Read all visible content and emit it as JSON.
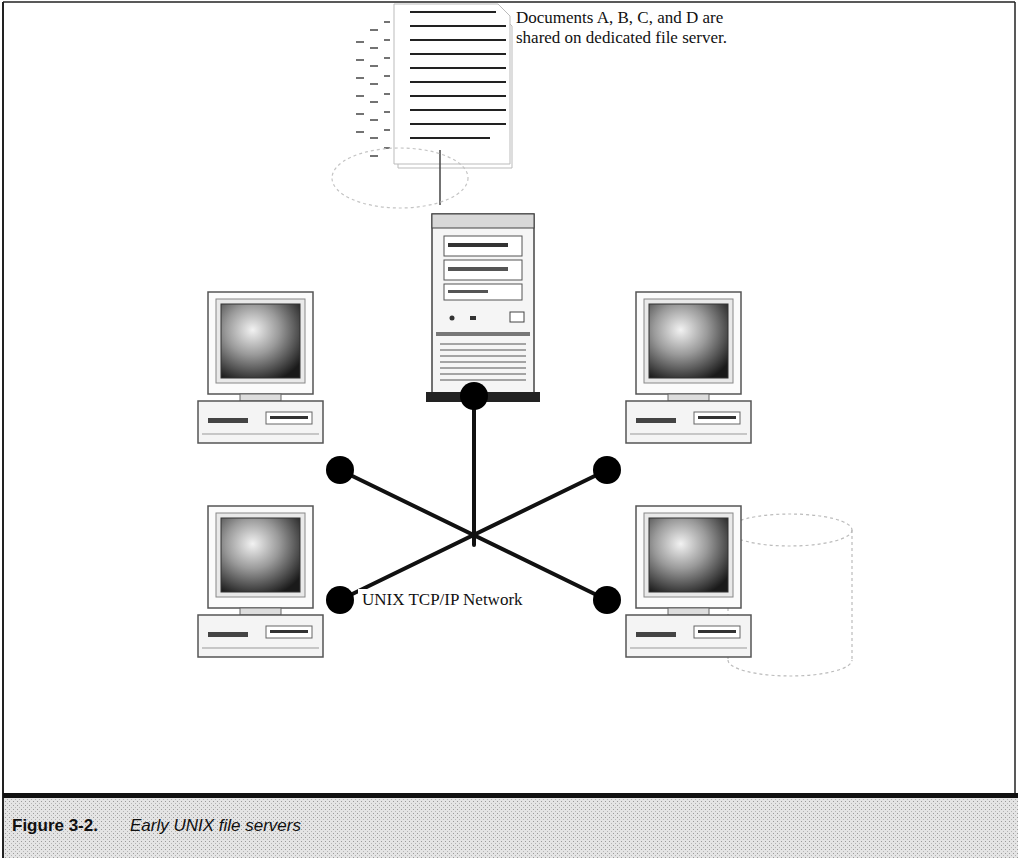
{
  "diagram": {
    "caption": "Early UNIX file servers",
    "labels": [
      "Documents A, B, C, and D are shared on dedicated file server.",
      "UNIX TCP/IP Network",
      "Figure 3-2."
    ]
  }
}
